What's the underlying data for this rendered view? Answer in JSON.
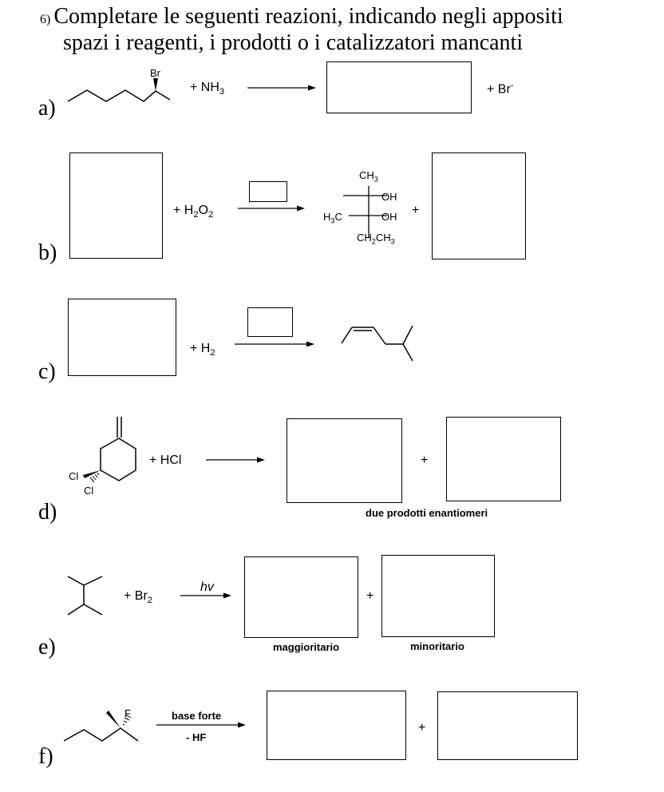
{
  "exercise": {
    "number": "6)",
    "line1": "Completare le seguenti reazioni, indicando negli appositi",
    "line2": "spazi i reagenti, i prodotti o i catalizzatori mancanti"
  },
  "a": {
    "label": "a)",
    "reagent": "+ NH3",
    "byproduct": "+ Br-",
    "atom_br": "Br"
  },
  "b": {
    "label": "b)",
    "reagent": "+ H2O2",
    "plus": "+",
    "product_ch3": "CH3",
    "product_oh1": "OH",
    "product_h3c": "H3C",
    "product_oh2": "OH",
    "product_ch2ch3": "CH2CH3"
  },
  "c": {
    "label": "c)",
    "reagent": "+ H2"
  },
  "d": {
    "label": "d)",
    "reagent": "+ HCl",
    "plus": "+",
    "note": "due prodotti enantiomeri",
    "atom_cl1": "Cl",
    "atom_cl2": "Cl"
  },
  "e": {
    "label": "e)",
    "reagent": "+ Br2",
    "condition": "hv",
    "plus": "+",
    "note_major": "maggioritario",
    "note_minor": "minoritario"
  },
  "f": {
    "label": "f)",
    "condition_top": "base forte",
    "condition_bottom": "- HF",
    "plus": "+",
    "atom_f": "F"
  }
}
